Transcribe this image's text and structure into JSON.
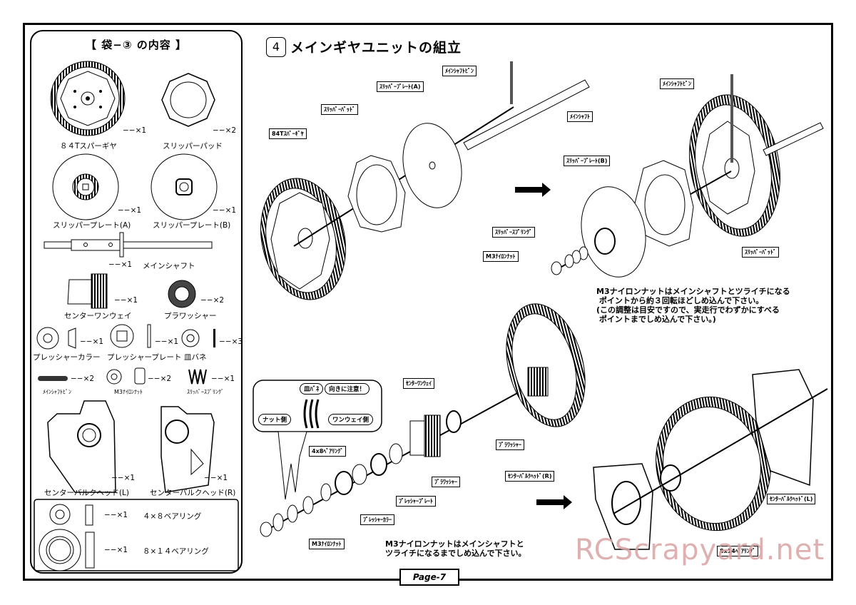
{
  "parts_panel": {
    "title": "【 袋−③ の内容 】",
    "items": [
      {
        "name": "８４Tスパーギヤ",
        "qty": "−−×1"
      },
      {
        "name": "スリッパーパッド",
        "qty": "−−×2"
      },
      {
        "name": "スリッパープレート(A)",
        "qty": "−−×1"
      },
      {
        "name": "スリッパープレート(B)",
        "qty": "−−×1"
      },
      {
        "name": "メインシャフト",
        "qty": "−−×1"
      },
      {
        "name": "センターワンウェイ",
        "qty": "−−×1"
      },
      {
        "name": "プラワッシャー",
        "qty": "−−×2"
      },
      {
        "name": "プレッシャーカラー",
        "qty": "−−×1"
      },
      {
        "name": "プレッシャープレート",
        "qty": "−−×1"
      },
      {
        "name": "皿バネ",
        "qty": "−−×3"
      },
      {
        "name": "ﾒｲﾝｼｬﾌﾄﾋﾟﾝ",
        "qty": "−−×2"
      },
      {
        "name": "M3ﾅｲﾛﾝﾅｯﾄ",
        "qty": "−−×2"
      },
      {
        "name": "ｽﾘｯﾊﾟｰｽﾌﾟﾘﾝｸﾞ",
        "qty": "−−×1"
      },
      {
        "name": "センターバルクヘッド(L)",
        "qty": "−−×1"
      },
      {
        "name": "センターバルクヘッド(R)",
        "qty": "−−×1"
      }
    ],
    "bearings": [
      {
        "name": "４×８ベアリング",
        "qty": "−−×1"
      },
      {
        "name": "８×１４ベアリング",
        "qty": "−−×1"
      }
    ]
  },
  "step": {
    "number": "4",
    "title": "メインギヤユニットの組立"
  },
  "labels": {
    "main_shaft_pin_1": "ﾒｲﾝｼｬﾌﾄﾋﾟﾝ",
    "slipper_plate_a": "ｽﾘｯﾊﾟｰﾌﾟﾚｰﾄ(A)",
    "slipper_pad_1": "ｽﾘｯﾊﾟｰﾊﾟｯﾄﾞ",
    "spur_gear": "84Tｽﾊﾟｰｷﾞﾔ",
    "main_shaft": "ﾒｲﾝｼｬﾌﾄ",
    "main_shaft_pin_2": "ﾒｲﾝｼｬﾌﾄﾋﾟﾝ",
    "slipper_plate_b": "ｽﾘｯﾊﾟｰﾌﾟﾚｰﾄ(B)",
    "slipper_spring": "ｽﾘｯﾊﾟｰｽﾌﾟﾘﾝｸﾞ",
    "nylon_nut_1": "M3ﾅｲﾛﾝﾅｯﾄ",
    "slipper_pad_2": "ｽﾘｯﾊﾟｰﾊﾟｯﾄﾞ",
    "center_oneway": "ｾﾝﾀｰﾜﾝｳｪｲ",
    "plastic_washer_1": "ﾌﾟﾗﾜｯｼｬｰ",
    "bearing_4x8": "4x8ﾍﾞｱﾘﾝｸﾞ",
    "plastic_washer_2": "ﾌﾟﾗﾜｯｼｬｰ",
    "pressure_plate": "ﾌﾟﾚｯｼｬｰﾌﾟﾚｰﾄ",
    "pressure_collar": "ﾌﾟﾚｯｼｬｰｶﾗｰ",
    "nylon_nut_2": "M3ﾅｲﾛﾝﾅｯﾄ",
    "bulkhead_r": "ｾﾝﾀｰﾊﾞﾙｸﾍｯﾄﾞ(R)",
    "bulkhead_l": "ｾﾝﾀｰﾊﾞﾙｸﾍｯﾄﾞ(L)",
    "bearing_8x14": "8x14ﾍﾞｱﾘﾝｸﾞ"
  },
  "callout": {
    "spring": "皿ﾊﾞﾈ",
    "caution": "向きに注意！",
    "nut_side": "ナット側",
    "oneway_side": "ワンウェイ側"
  },
  "notes": {
    "upper": "M3ナイロンナットはメインシャフトとツライチになる\n ポイントから約３回転ほどしめ込んで下さい。\n(この調整は目安ですので、実走行でわずかにすべる\n ポイントまでしめ込んで下さい。)",
    "lower": "M3ナイロンナットはメインシャフトと\nツライチになるまでしめ込んで下さい。"
  },
  "page_label": "Page-7",
  "watermark": "RCScrapyard.net"
}
